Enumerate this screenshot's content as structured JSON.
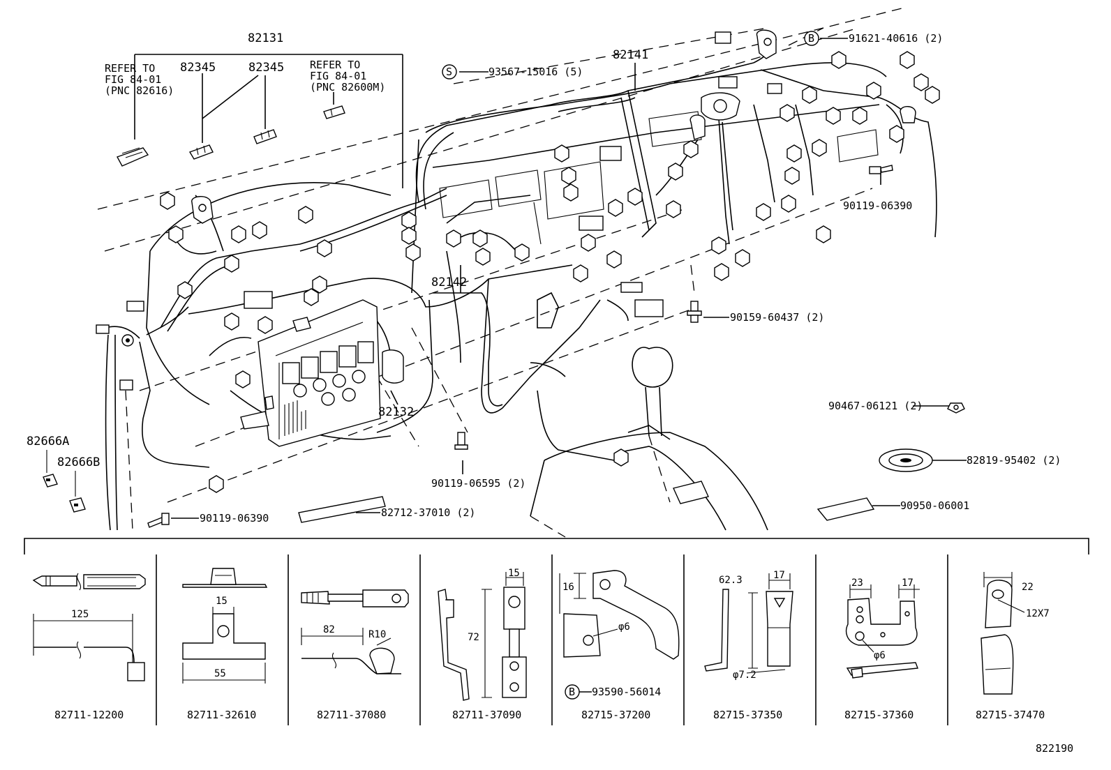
{
  "diagram": {
    "callouts": {
      "c82131": "82131",
      "c82345a": "82345",
      "c82345b": "82345",
      "ref1_l1": "REFER TO",
      "ref1_l2": "FIG 84-01",
      "ref1_l3": "(PNC 82616)",
      "ref2_l1": "REFER TO",
      "ref2_l2": "FIG 84-01",
      "ref2_l3": "(PNC 82600M)",
      "c93567": "93567-15016 (5)",
      "c82141": "82141",
      "c91621": "91621-40616 (2)",
      "c90119b": "90119-06390",
      "c82142": "82142",
      "c90159": "90159-60437 (2)",
      "c82132": "82132",
      "c90467": "90467-06121 (2)",
      "c82666a": "82666A",
      "c82666b": "82666B",
      "c90119c": "90119-06595 (2)",
      "c82819": "82819-95402 (2)",
      "c90119a": "90119-06390",
      "c82712": "82712-37010 (2)",
      "c90950": "90950-06001",
      "mark_s": "S",
      "mark_b1": "B",
      "mark_b2": "B"
    },
    "parts": [
      {
        "number": "82711-12200",
        "dims": [
          "125"
        ]
      },
      {
        "number": "82711-32610",
        "dims": [
          "15",
          "55"
        ]
      },
      {
        "number": "82711-37080",
        "dims": [
          "82",
          "R10"
        ]
      },
      {
        "number": "82711-37090",
        "dims": [
          "15",
          "72"
        ]
      },
      {
        "number": "82715-37200",
        "dims": [
          "16",
          "φ6",
          "93590-56014"
        ]
      },
      {
        "number": "82715-37350",
        "dims": [
          "62.3",
          "17",
          "φ7.2"
        ]
      },
      {
        "number": "82715-37360",
        "dims": [
          "23",
          "17",
          "φ6"
        ]
      },
      {
        "number": "82715-37470",
        "dims": [
          "22",
          "12X7"
        ]
      }
    ],
    "figure_code": "822190"
  }
}
